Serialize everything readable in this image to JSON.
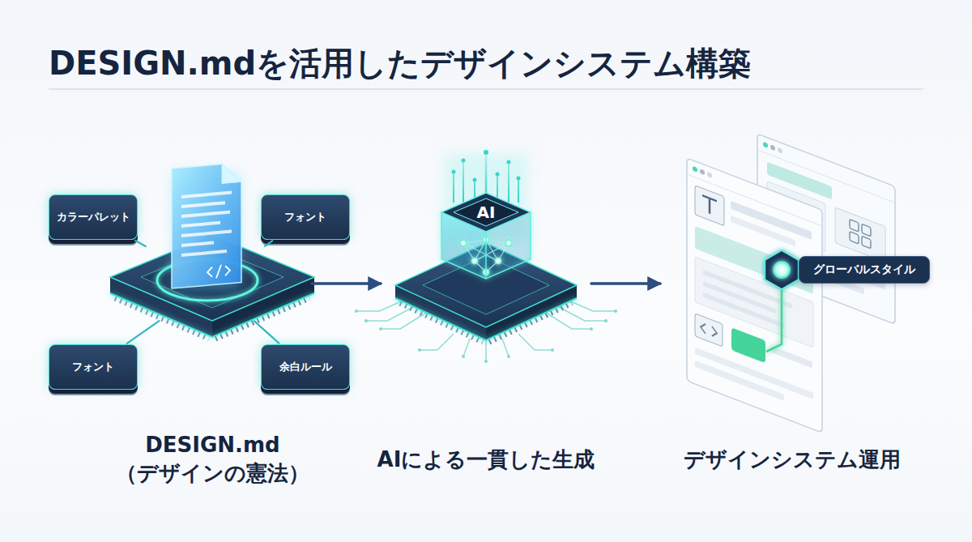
{
  "diagram": {
    "title": "DESIGN.mdを活用したデザインシステム構築",
    "nodes": [
      {
        "text": [
          "カラーパレット"
        ]
      },
      {
        "text": [
          "フォント"
        ]
      },
      {
        "text": [
          "フォント"
        ]
      },
      {
        "text": [
          "余白ルール"
        ]
      },
      {
        "text": [
          "DESIGN.md （デザインの憲法）"
        ]
      },
      {
        "text": [
          "AI",
          "AIによる一貫した生成"
        ]
      },
      {
        "text": [
          "デザインシステム運用"
        ]
      },
      {
        "text": [
          "グローバルスタイル"
        ]
      }
    ],
    "edges": [
      {
        "from": 0,
        "to": 4,
        "arrow": "none"
      },
      {
        "from": 1,
        "to": 4,
        "arrow": "none"
      },
      {
        "from": 2,
        "to": 4,
        "arrow": "none"
      },
      {
        "from": 3,
        "to": 4,
        "arrow": "none"
      },
      {
        "from": 4,
        "to": 5,
        "arrow": "to"
      },
      {
        "from": 5,
        "to": 6,
        "arrow": "to"
      }
    ]
  }
}
